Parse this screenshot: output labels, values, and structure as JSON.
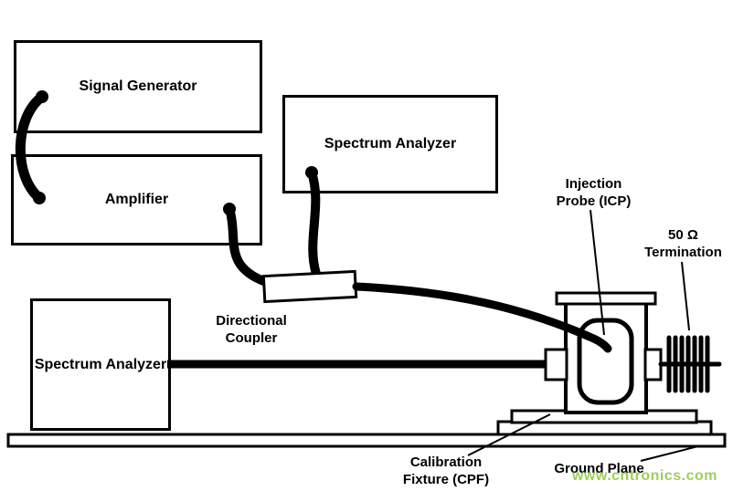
{
  "colors": {
    "ink": "#000000",
    "background": "#FFFFFF",
    "watermark_green": "#8CC63F"
  },
  "boxes": {
    "signal_generator": "Signal Generator",
    "amplifier": "Amplifier",
    "spectrum_analyzer_top": "Spectrum Analyzer",
    "spectrum_analyzer_left_line1": "Spectrum",
    "spectrum_analyzer_left_line2": "Analyzer"
  },
  "labels": {
    "directional_coupler_line1": "Directional",
    "directional_coupler_line2": "Coupler",
    "injection_probe_line1": "Injection",
    "injection_probe_line2": "Probe (ICP)",
    "termination_line1": "50 Ω",
    "termination_line2": "Termination",
    "calibration_fixture_line1": "Calibration",
    "calibration_fixture_line2": "Fixture (CPF)",
    "ground_plane": "Ground Plane"
  },
  "watermark": "www.cntronics.com"
}
